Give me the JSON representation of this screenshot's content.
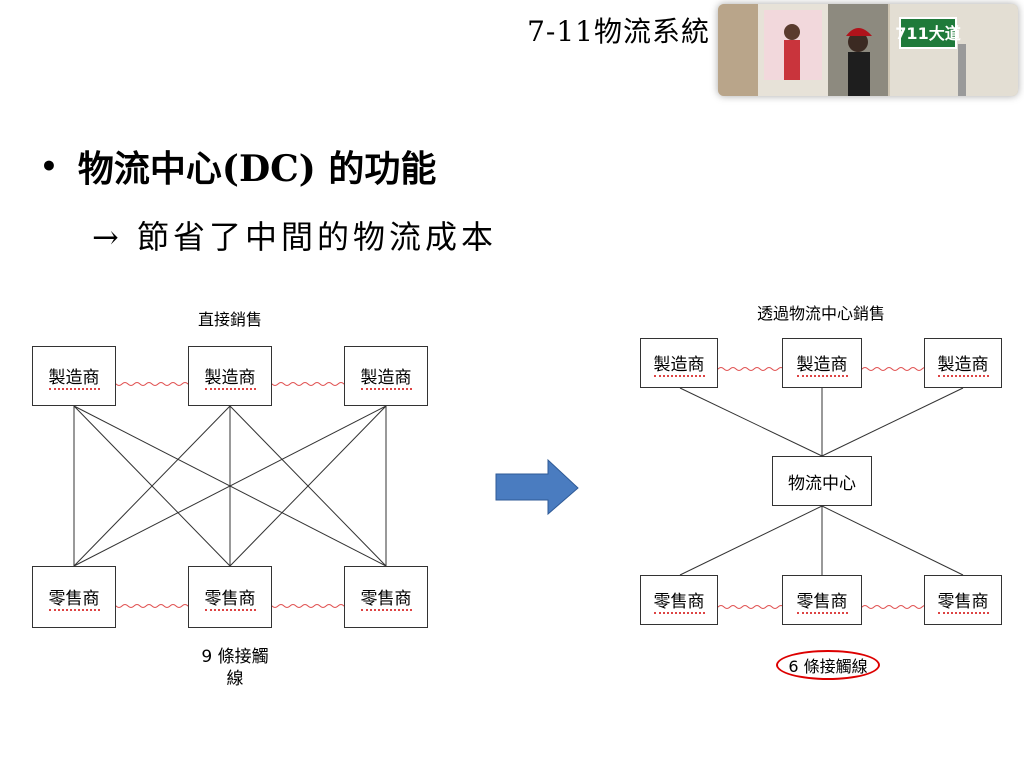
{
  "header": {
    "title": "7-11物流系統"
  },
  "bullet": {
    "text": "物流中心(DC) 的功能",
    "sub": "→ 節省了中間的物流成本"
  },
  "left_diagram": {
    "title": "直接銷售",
    "manufacturers": [
      "製造商",
      "製造商",
      "製造商"
    ],
    "retailers": [
      "零售商",
      "零售商",
      "零售商"
    ],
    "count_line1": "9 條接觸",
    "count_line2": "線"
  },
  "right_diagram": {
    "title": "透過物流中心銷售",
    "manufacturers": [
      "製造商",
      "製造商",
      "製造商"
    ],
    "center": "物流中心",
    "retailers": [
      "零售商",
      "零售商",
      "零售商"
    ],
    "count": "6 條接觸線"
  },
  "colors": {
    "arrow": "#4a7cc0",
    "highlight": "#d00000"
  },
  "photo_sign": "711大道"
}
